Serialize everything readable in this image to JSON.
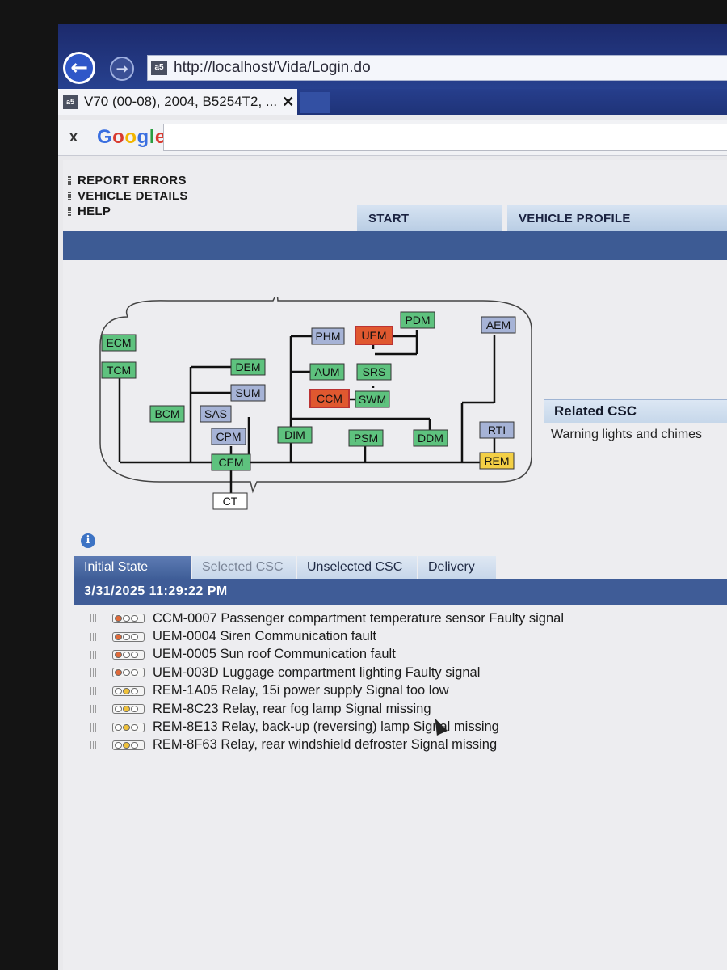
{
  "browser": {
    "url": "http://localhost/Vida/Login.do",
    "tab_title": "V70 (00-08), 2004, B5254T2, ...",
    "tab_close": "✕",
    "favicon_text": "a5",
    "back_glyph": "←",
    "forward_glyph": "→",
    "google_close": "x",
    "google_letters": [
      "G",
      "o",
      "o",
      "g",
      "l",
      "e"
    ]
  },
  "side_links": [
    "REPORT ERRORS",
    "VEHICLE DETAILS",
    "HELP"
  ],
  "main_tabs": [
    "START",
    "VEHICLE PROFILE"
  ],
  "related": {
    "title": "Related CSC",
    "text": "Warning lights and chimes"
  },
  "info_icon": "i",
  "diagram": {
    "modules": [
      {
        "id": "ECM",
        "status": "ok"
      },
      {
        "id": "TCM",
        "status": "ok"
      },
      {
        "id": "BCM",
        "status": "ok"
      },
      {
        "id": "SAS",
        "status": "neutral"
      },
      {
        "id": "CPM",
        "status": "neutral"
      },
      {
        "id": "CEM",
        "status": "ok"
      },
      {
        "id": "CT",
        "status": "white"
      },
      {
        "id": "DEM",
        "status": "ok"
      },
      {
        "id": "SUM",
        "status": "neutral"
      },
      {
        "id": "PHM",
        "status": "neutral"
      },
      {
        "id": "UEM",
        "status": "fault"
      },
      {
        "id": "PDM",
        "status": "ok"
      },
      {
        "id": "AUM",
        "status": "ok"
      },
      {
        "id": "SRS",
        "status": "ok"
      },
      {
        "id": "CCM",
        "status": "fault"
      },
      {
        "id": "SWM",
        "status": "ok"
      },
      {
        "id": "DIM",
        "status": "ok"
      },
      {
        "id": "PSM",
        "status": "ok"
      },
      {
        "id": "DDM",
        "status": "ok"
      },
      {
        "id": "AEM",
        "status": "neutral"
      },
      {
        "id": "RTI",
        "status": "neutral"
      },
      {
        "id": "REM",
        "status": "warn"
      }
    ],
    "status_colors": {
      "ok": "#5ec27e",
      "neutral": "#a6b3d6",
      "fault": "#e0582f",
      "warn": "#f3cf45",
      "white": "#ffffff"
    }
  },
  "csc_tabs": [
    "Initial State",
    "Selected CSC",
    "Unselected CSC",
    "Delivery"
  ],
  "timestamp": "3/31/2025 11:29:22 PM",
  "faults": [
    {
      "text": "CCM-0007 Passenger compartment temperature sensor Faulty signal",
      "light": "red"
    },
    {
      "text": "UEM-0004 Siren Communication fault",
      "light": "red"
    },
    {
      "text": "UEM-0005 Sun roof Communication fault",
      "light": "red"
    },
    {
      "text": "UEM-003D Luggage compartment lighting Faulty signal",
      "light": "red"
    },
    {
      "text": "REM-1A05 Relay, 15i power supply Signal too low",
      "light": "yellow"
    },
    {
      "text": "REM-8C23 Relay, rear fog lamp Signal missing",
      "light": "yellow"
    },
    {
      "text": "REM-8E13 Relay, back-up (reversing) lamp Signal missing",
      "light": "yellow"
    },
    {
      "text": "REM-8F63 Relay, rear windshield defroster Signal missing",
      "light": "yellow"
    }
  ],
  "light_colors": {
    "red": "#e06a3a",
    "yellow": "#f0c23a",
    "off": "#ffffff"
  }
}
